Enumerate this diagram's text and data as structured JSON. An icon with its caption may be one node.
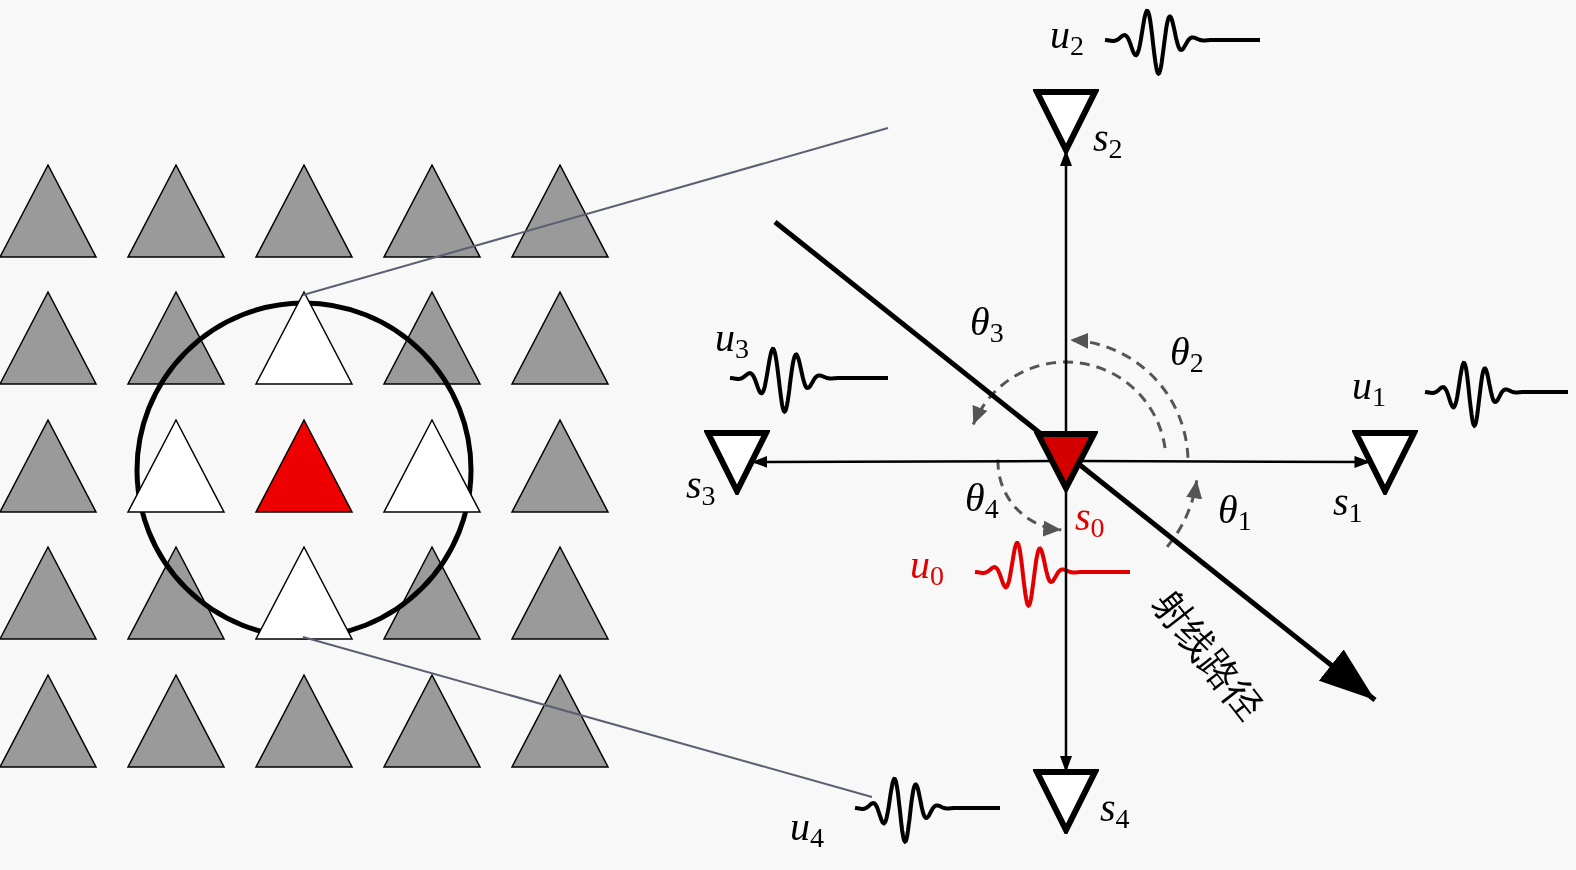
{
  "diagram": {
    "nodes": [
      {
        "text": [],
        "shape": "triangle",
        "beside": [
          "*s*$_{2}$",
          "*u*$_{2}$"
        ]
      },
      {
        "text": [],
        "shape": "triangle",
        "beside": [
          "*s*$_{3}$",
          "*u*$_{3}$"
        ]
      },
      {
        "text": [],
        "shape": "triangle",
        "beside": [
          "*s*$_{0}$",
          "*u*$_{0}$"
        ]
      },
      {
        "text": [],
        "shape": "triangle",
        "beside": [
          "*s*$_{1}$",
          "*u*$_{1}$"
        ]
      },
      {
        "text": [],
        "shape": "triangle",
        "beside": [
          "*s*$_{4}$"
        ]
      }
    ],
    "edges": [
      {
        "from": 2,
        "to": 0,
        "arrow": "to"
      },
      {
        "from": 2,
        "to": 1,
        "arrow": "to"
      },
      {
        "from": 2,
        "to": 3,
        "arrow": "to"
      },
      {
        "from": 2,
        "to": 4,
        "arrow": "to"
      }
    ],
    "labels": [
      "*θ*$_{3}$",
      "*θ*$_{2}$",
      "*θ*$_{4}$",
      "*θ*$_{1}$",
      "射线路径",
      "*u*$_{4}$"
    ]
  }
}
